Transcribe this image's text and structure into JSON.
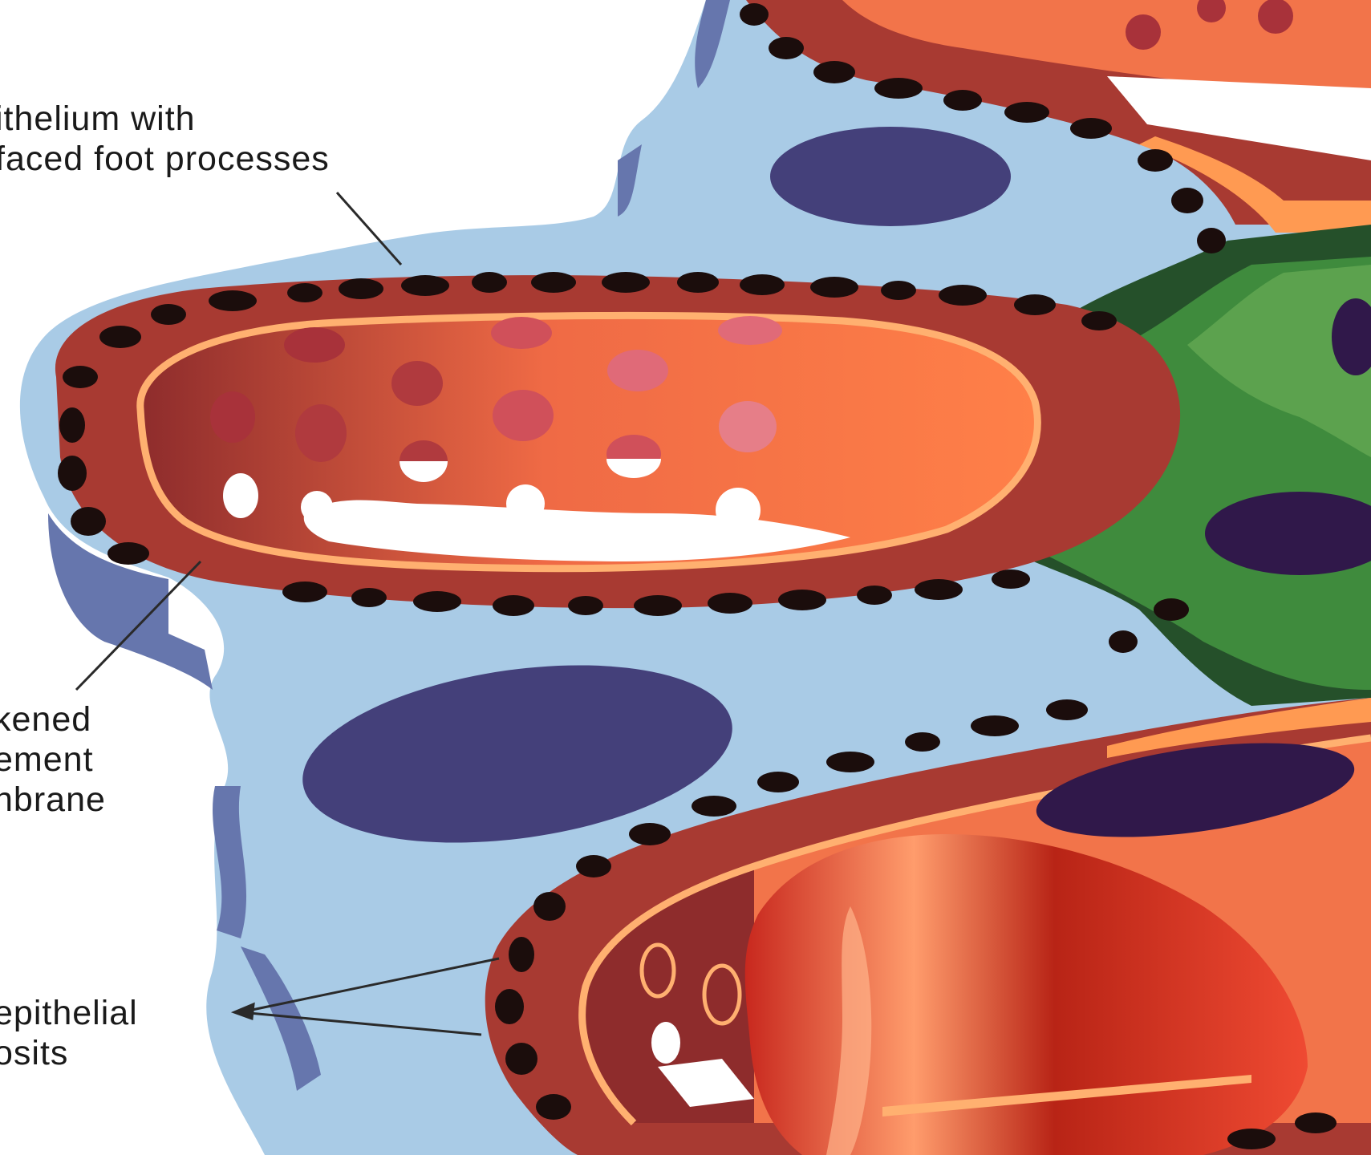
{
  "labels": {
    "epithelium": "ithelium with\nfaced foot processes",
    "basement_membrane": "kened\nement\nnbrane",
    "deposits": "epithelial\nosits"
  },
  "colors": {
    "epithelium_light": "#a9cbe6",
    "epithelium_shadow": "#6676ad",
    "nucleus": "#44407a",
    "basement_membrane": "#a83a32",
    "deposits": "#1b0d0c",
    "capillary_lumen": "#f2744a",
    "fenestration": "#e06a78",
    "mesangial": "#3f8b3d",
    "mesangial_dark": "#25502a",
    "red_blood_cell": "#e8503a",
    "leader_line": "#2a2a2a"
  }
}
